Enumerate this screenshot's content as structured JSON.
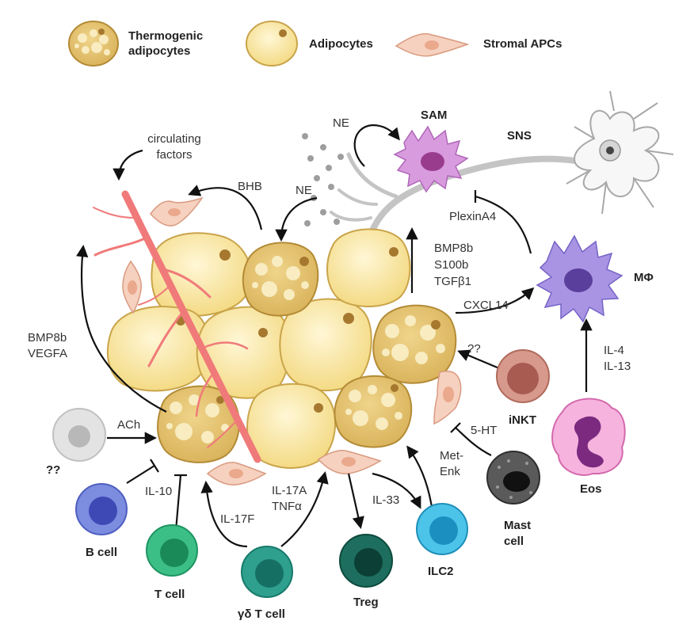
{
  "legend": {
    "thermogenic": "Thermogenic\nadipocytes",
    "adipocytes": "Adipocytes",
    "stromal": "Stromal APCs"
  },
  "nerve": {
    "sns": "SNS",
    "sam": "SAM",
    "ne_top": "NE",
    "ne_mid": "NE",
    "plexin": "PlexinA4"
  },
  "signals": {
    "circulating": "circulating\nfactors",
    "bhb": "BHB",
    "bmp_vegfa": "BMP8b\nVEGFA",
    "bmp_s100_tgf": "BMP8b\nS100b\nTGFβ1",
    "cxcl14": "CXCL14",
    "unknown_inkt": "??",
    "il4_il13": "IL-4\nIL-13",
    "ach": "ACh",
    "il10": "IL-10",
    "il17f": "IL-17F",
    "il17a_tnfa": "IL-17A\nTNFα",
    "il33": "IL-33",
    "met_enk": "Met-\nEnk",
    "ht5": "5-HT"
  },
  "cells": {
    "macrophage": "MΦ",
    "inkt": "iNKT",
    "eos": "Eos",
    "mast": "Mast\ncell",
    "ilc2": "ILC2",
    "treg": "Treg",
    "gd_t": "γδ T cell",
    "t_cell": "T cell",
    "b_cell": "B cell",
    "unknown_cell": "??"
  },
  "colors": {
    "adipocyte_fill": "#f9e39b",
    "adipocyte_stroke": "#c9a44a",
    "thermo_fill": "#e9c874",
    "thermo_droplet": "#f8ecc0",
    "nucleus": "#a6782f",
    "stromal_fill": "#f6d1bf",
    "vessel": "#f07a7a",
    "nerve": "#c4c4c4",
    "sam": "#cf8ad6",
    "macrophage": "#9a83dc",
    "eos": "#f2a3d4",
    "inkt": "#c77a6d",
    "mast": "#4d4d4d",
    "ilc2": "#4cc4ea",
    "treg": "#17695a",
    "gd_t": "#2f9f8e",
    "t_cell": "#3cbf86",
    "b_cell": "#6c7fd8",
    "unknown_cell": "#d3d3d3"
  }
}
